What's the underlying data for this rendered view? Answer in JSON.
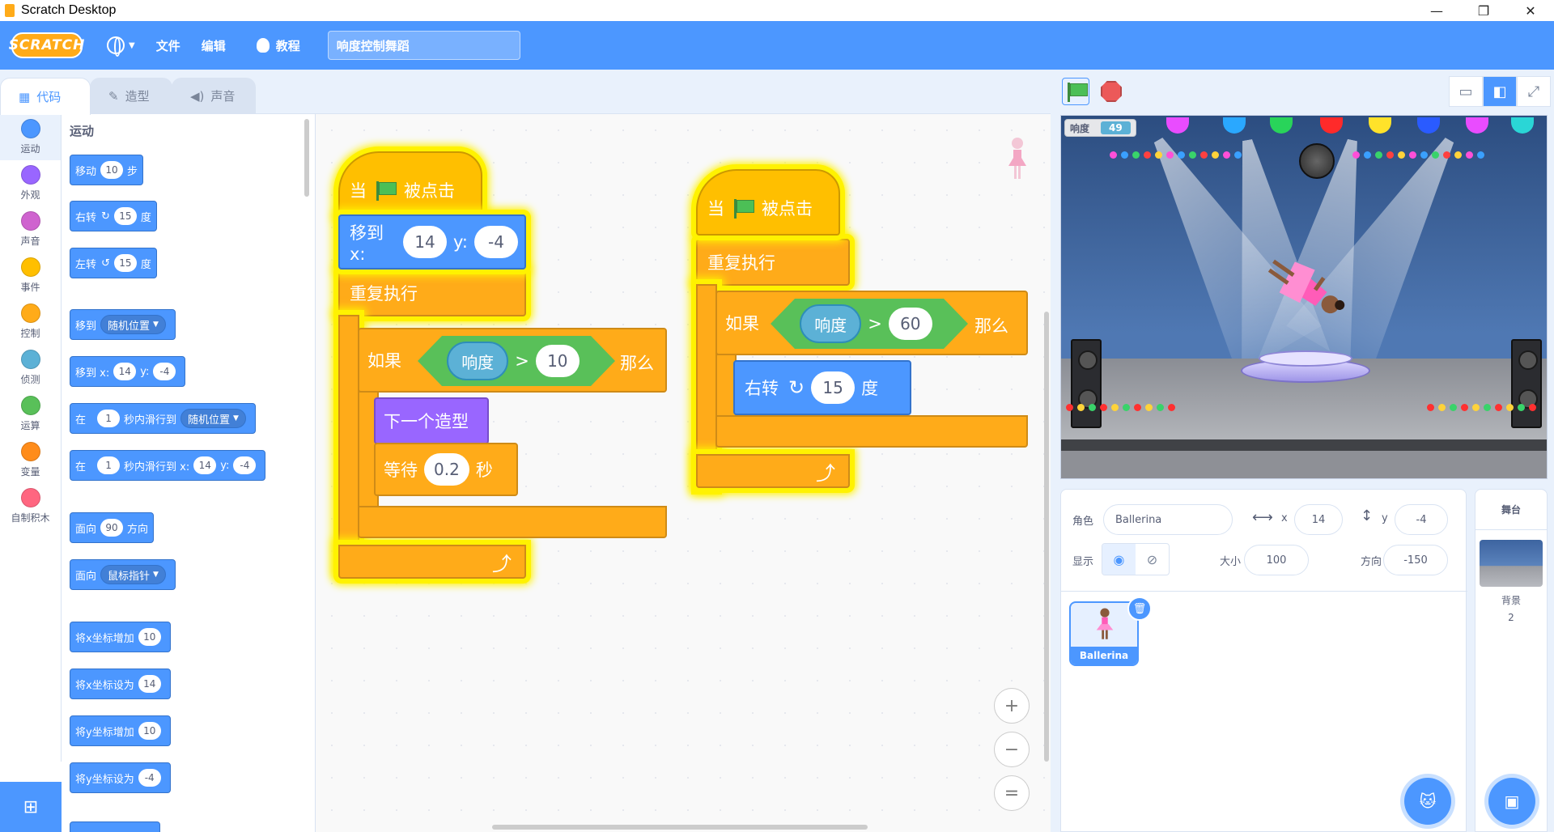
{
  "window": {
    "title": "Scratch Desktop",
    "minimize": "—",
    "maximize": "❐",
    "close": "✕"
  },
  "menu": {
    "logo": "SCRATCH",
    "file": "文件",
    "edit": "编辑",
    "tutorials": "教程",
    "project_title": "响度控制舞蹈"
  },
  "tabs": {
    "code": "代码",
    "costumes": "造型",
    "sounds": "声音"
  },
  "categories": [
    {
      "label": "运动",
      "color": "#4c97ff"
    },
    {
      "label": "外观",
      "color": "#9966ff"
    },
    {
      "label": "声音",
      "color": "#cf63cf"
    },
    {
      "label": "事件",
      "color": "#ffbf00"
    },
    {
      "label": "控制",
      "color": "#ffab19"
    },
    {
      "label": "侦测",
      "color": "#5cb1d6"
    },
    {
      "label": "运算",
      "color": "#59c059"
    },
    {
      "label": "变量",
      "color": "#ff8c1a"
    },
    {
      "label": "自制积木",
      "color": "#ff6680"
    }
  ],
  "palette": {
    "heading": "运动",
    "move_label": "移动",
    "move_steps": "10",
    "move_unit": "步",
    "turn_right_label": "右转",
    "turn_right_deg": "15",
    "deg_unit": "度",
    "turn_left_label": "左转",
    "turn_left_deg": "15",
    "goto_label": "移到",
    "goto_target": "随机位置",
    "gotoxy_label": "移到 x:",
    "gotoxy_x": "14",
    "y_label": "y:",
    "gotoxy_y": "-4",
    "glide_prefix": "在",
    "glide_secs": "1",
    "glide_to_label": "秒内滑行到",
    "glide_target": "随机位置",
    "glidexy_label": "秒内滑行到 x:",
    "glidexy_x": "14",
    "glidexy_y": "-4",
    "point_label": "面向",
    "point_deg": "90",
    "point_unit": "方向",
    "point_towards_label": "面向",
    "point_towards_target": "鼠标指针",
    "change_x_label": "将x坐标增加",
    "change_x_val": "10",
    "set_x_label": "将x坐标设为",
    "set_x_val": "14",
    "change_y_label": "将y坐标增加",
    "change_y_val": "10",
    "set_y_label": "将y坐标设为",
    "set_y_val": "-4"
  },
  "script1": {
    "hat_when": "当",
    "hat_clicked": "被点击",
    "goto_label": "移到 x:",
    "goto_x": "14",
    "goto_y_label": "y:",
    "goto_y": "-4",
    "forever": "重复执行",
    "if_label": "如果",
    "loudness": "响度",
    "gt": ">",
    "threshold": "10",
    "then": "那么",
    "next_costume": "下一个造型",
    "wait_label": "等待",
    "wait_secs": "0.2",
    "secs_unit": "秒"
  },
  "script2": {
    "hat_when": "当",
    "hat_clicked": "被点击",
    "forever": "重复执行",
    "if_label": "如果",
    "loudness": "响度",
    "gt": ">",
    "threshold": "60",
    "then": "那么",
    "turn_label": "右转",
    "turn_deg": "15",
    "deg_unit": "度"
  },
  "zoom": {
    "in": "+",
    "out": "−",
    "reset": "="
  },
  "stage": {
    "monitor_label": "响度",
    "monitor_value": "49"
  },
  "sprite_info": {
    "sprite_label": "角色",
    "sprite_name": "Ballerina",
    "x_label": "x",
    "x_value": "14",
    "y_label": "y",
    "y_value": "-4",
    "show_label": "显示",
    "size_label": "大小",
    "size_value": "100",
    "direction_label": "方向",
    "direction_value": "-150"
  },
  "sprites": [
    {
      "name": "Ballerina"
    }
  ],
  "stage_selector": {
    "header": "舞台",
    "backdrops_label": "背景",
    "backdrops_count": "2"
  },
  "colors": {
    "accent": "#4c97ff",
    "highlight": "#fff200"
  }
}
